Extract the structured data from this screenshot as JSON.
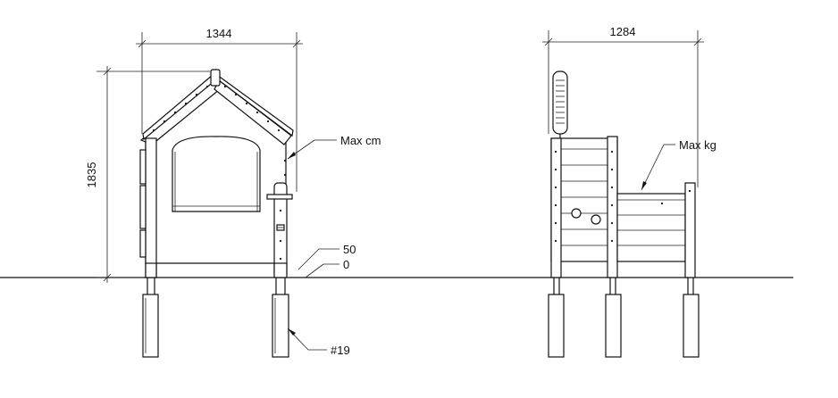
{
  "dimensions": {
    "left_width": "1344",
    "left_height": "1835",
    "right_width": "1284"
  },
  "callouts": {
    "max_cm": "Max cm",
    "max_kg": "Max kg",
    "level_50": "50",
    "level_0": "0",
    "part_no": "#19"
  }
}
